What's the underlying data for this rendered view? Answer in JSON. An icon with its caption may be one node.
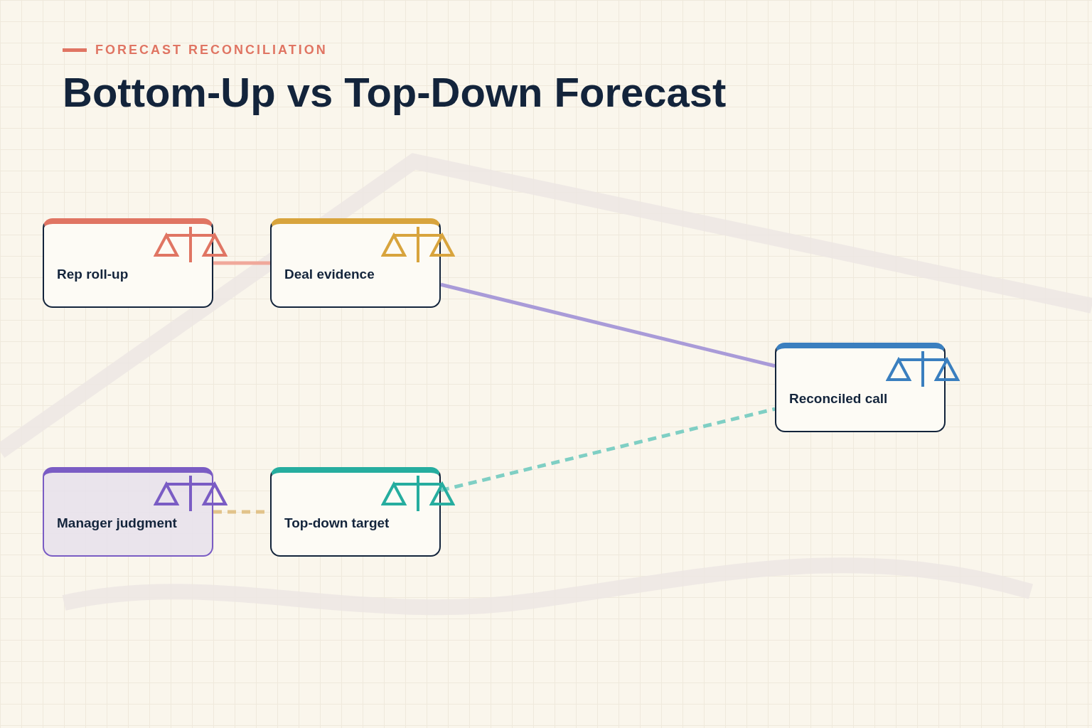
{
  "diagram": {
    "title": "Bottom-Up vs Top-Down Forecast",
    "nodes": [
      {
        "text": [
          "Rep roll-up"
        ]
      },
      {
        "text": [
          "Deal evidence"
        ]
      },
      {
        "text": [
          "Reconciled call"
        ]
      },
      {
        "text": [
          "Manager judgment"
        ]
      },
      {
        "text": [
          "Top-down target"
        ]
      }
    ],
    "edges": [
      {
        "from": 0,
        "to": 1,
        "arrow": "none",
        "color": "#f0a89a"
      },
      {
        "from": 1,
        "to": 2,
        "arrow": "none",
        "color": "#a99bd8"
      },
      {
        "from": 4,
        "to": 2,
        "arrow": "none",
        "style": "dashed",
        "color": "#7fcfc4"
      },
      {
        "from": 3,
        "to": 4,
        "arrow": "none",
        "style": "dashed",
        "color": "#e2c38a"
      }
    ],
    "labels": [
      "FORECAST RECONCILIATION"
    ]
  }
}
